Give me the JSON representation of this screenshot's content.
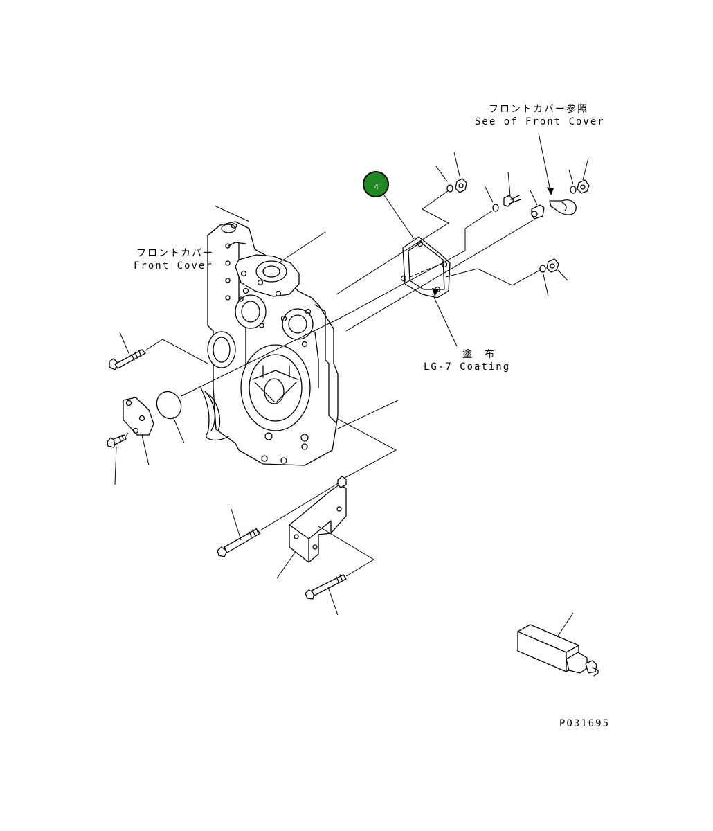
{
  "labels": {
    "front_cover_ref_jp": "フロントカバー参照",
    "front_cover_ref_en": "See of Front Cover",
    "front_cover_jp": "フロントカバー",
    "front_cover_en": "Front Cover",
    "coating_jp": "塗　布",
    "coating_en": "LG-7 Coating",
    "drawing_number": "PO31695"
  },
  "callout": {
    "number": "4",
    "fill_color": "#1f8a1f",
    "ring_color": "#000000"
  }
}
